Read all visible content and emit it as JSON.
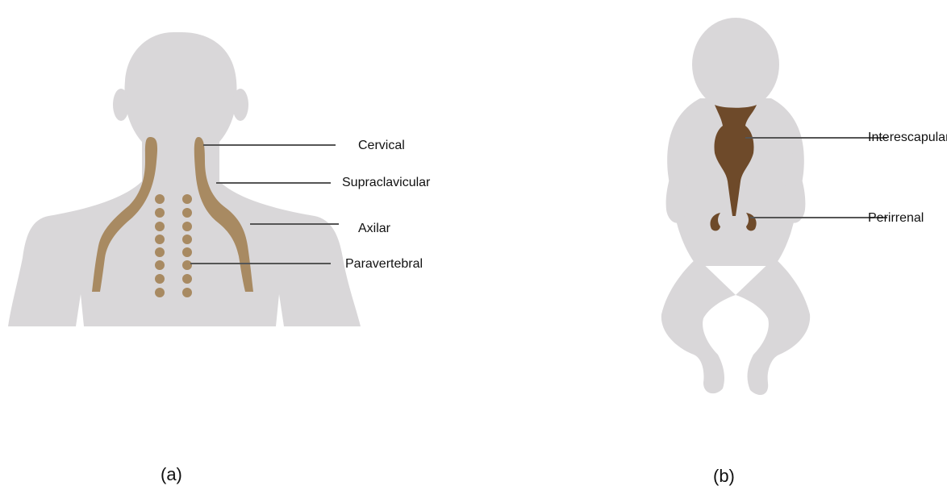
{
  "panel_a": {
    "labels": {
      "cervical": "Cervical",
      "supraclavicular": "Supraclavicular",
      "axilar": "Axilar",
      "paravertebral": "Paravertebral"
    },
    "caption": "(a)"
  },
  "panel_b": {
    "labels": {
      "interescapular": "Interescapular",
      "perirrenal": "Perirrenal"
    },
    "caption": "(b)"
  },
  "colors": {
    "silhouette": "#d9d7d9",
    "adult_fat": "#a88a62",
    "infant_fat": "#6e4a2a",
    "leader_line": "#555555"
  }
}
